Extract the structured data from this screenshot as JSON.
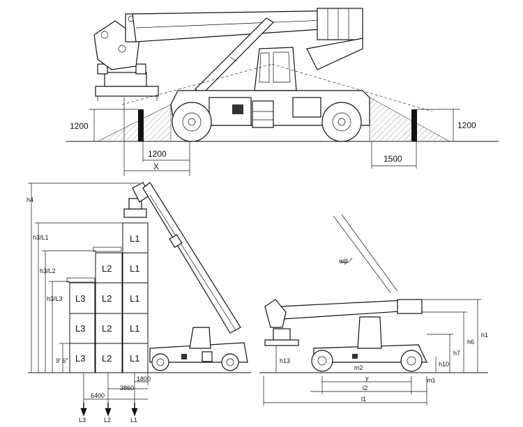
{
  "top_view": {
    "dim_left_height": "1200",
    "dim_right_height": "1200",
    "dim_left_offset": "1200",
    "dim_x": "X",
    "dim_right_offset": "1500"
  },
  "stack_view": {
    "h4": "h4",
    "h3_l1": "h3/L1",
    "h3_l2": "h3/L2",
    "h3_l3": "h3/L3",
    "row_height": "9' 6\"",
    "dim_6400": "6400",
    "dim_3860": "3860",
    "dim_1800": "1800",
    "arrow_l3": "L3",
    "arrow_l2": "L2",
    "arrow_l1": "L1",
    "col_l3": [
      "L3",
      "L3",
      "L3"
    ],
    "col_l2": [
      "L2",
      "L2",
      "L2",
      "L2"
    ],
    "col_l1": [
      "L1",
      "L1",
      "L1",
      "L1",
      "L1"
    ]
  },
  "side_view": {
    "angle": "α/β",
    "h1": "h1",
    "h6": "h6",
    "h7": "h7",
    "h10": "h10",
    "h13": "h13",
    "m1": "m1",
    "m2": "m2",
    "y": "y",
    "l1": "l1",
    "l2": "l2"
  }
}
